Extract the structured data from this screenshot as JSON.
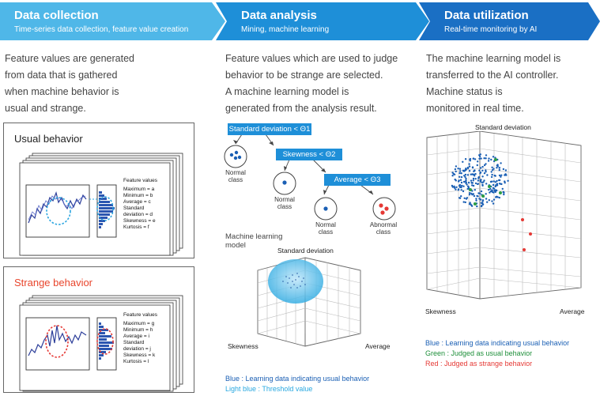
{
  "banners": [
    {
      "title": "Data collection",
      "subtitle": "Time-series data collection, feature value creation",
      "color": "#4fb7e8"
    },
    {
      "title": "Data analysis",
      "subtitle": "Mining, machine learning",
      "color": "#1e8fd8"
    },
    {
      "title": "Data utilization",
      "subtitle": "Real-time monitoring by AI",
      "color": "#1a6fc4"
    }
  ],
  "collection": {
    "description": [
      "Feature values are generated",
      "from data that is gathered",
      "when machine behavior is",
      "usual and strange."
    ],
    "usual": {
      "title": "Usual behavior",
      "feature_header": "Feature values",
      "features": [
        "Maximum = a",
        "Minimum = b",
        "Average = c",
        "Standard",
        "deviation = d",
        "Skewness = e",
        "Kurtosis = f"
      ]
    },
    "strange": {
      "title": "Strange behavior",
      "feature_header": "Feature values",
      "features": [
        "Maximum = g",
        "Minimum = h",
        "Average = i",
        "Standard",
        "deviation = j",
        "Skewness = k",
        "Kurtosis = l"
      ]
    }
  },
  "analysis": {
    "description": [
      "Feature values which are used to judge",
      "behavior to be strange are selected.",
      "A machine learning model is",
      "generated from the analysis result."
    ],
    "conditions": [
      "Standard deviation < Θ1",
      "Skewness < Θ2",
      "Average < Θ3"
    ],
    "classes": [
      "Normal\nclass",
      "Normal\nclass",
      "Normal\nclass",
      "Abnormal\nclass"
    ],
    "model_label": "Machine learning\nmodel",
    "axes": {
      "y": "Standard deviation",
      "x": "Skewness",
      "z": "Average"
    },
    "legend": [
      {
        "text": "Blue : Learning data indicating usual behavior",
        "color": "#1a5fb4"
      },
      {
        "text": "Light blue : Threshold value",
        "color": "#29a8e0"
      }
    ]
  },
  "utilization": {
    "description": [
      "The machine learning model is",
      "transferred to the AI controller.",
      "Machine status is",
      "monitored in real time."
    ],
    "axes": {
      "y": "Standard deviation",
      "x": "Skewness",
      "z": "Average"
    },
    "legend": [
      {
        "text": "Blue : Learning data indicating usual behavior",
        "color": "#1a5fb4"
      },
      {
        "text": "Green : Judged as usual behavior",
        "color": "#1e8f3a"
      },
      {
        "text": "Red : Judged as strange behavior",
        "color": "#e53935"
      }
    ]
  },
  "colors": {
    "blue_dot": "#1a5fb4",
    "light_blue": "#29a8e0",
    "green": "#2e9e44",
    "red": "#e53935",
    "strange_title": "#e8452c"
  }
}
